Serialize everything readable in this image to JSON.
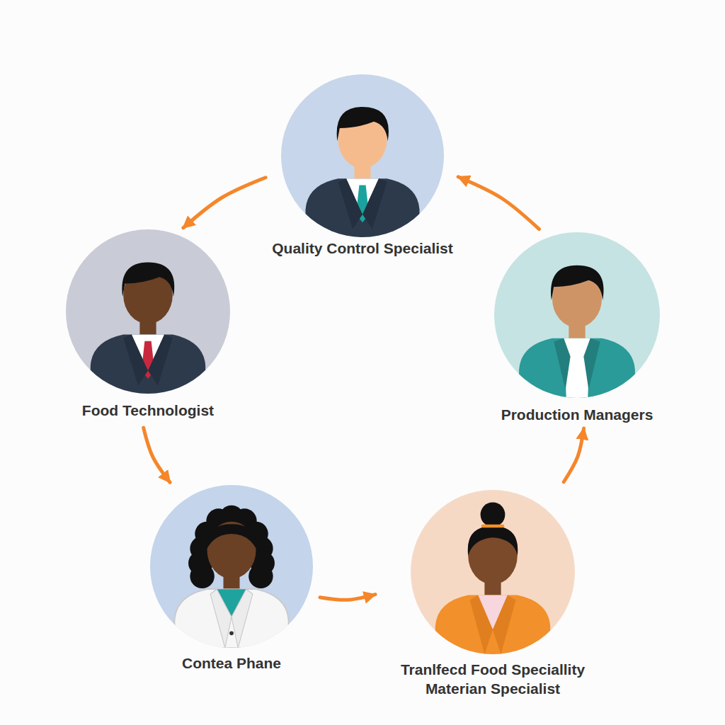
{
  "diagram": {
    "nodes": [
      {
        "text": [
          "Quality Control Specialist"
        ]
      },
      {
        "text": [
          "Food Technologist"
        ]
      },
      {
        "text": [
          "Production Managers"
        ]
      },
      {
        "text": [
          "Contea Phane"
        ]
      },
      {
        "text": [
          "Tranlfecd Food Speciallity Materian Specialist"
        ]
      }
    ],
    "edges": [
      {
        "from": 0,
        "to": 1,
        "arrow": "to"
      },
      {
        "from": 1,
        "to": 3,
        "arrow": "to"
      },
      {
        "from": 3,
        "to": 4,
        "arrow": "to"
      },
      {
        "from": 4,
        "to": 2,
        "arrow": "to"
      },
      {
        "from": 2,
        "to": 0,
        "arrow": "to"
      }
    ]
  }
}
